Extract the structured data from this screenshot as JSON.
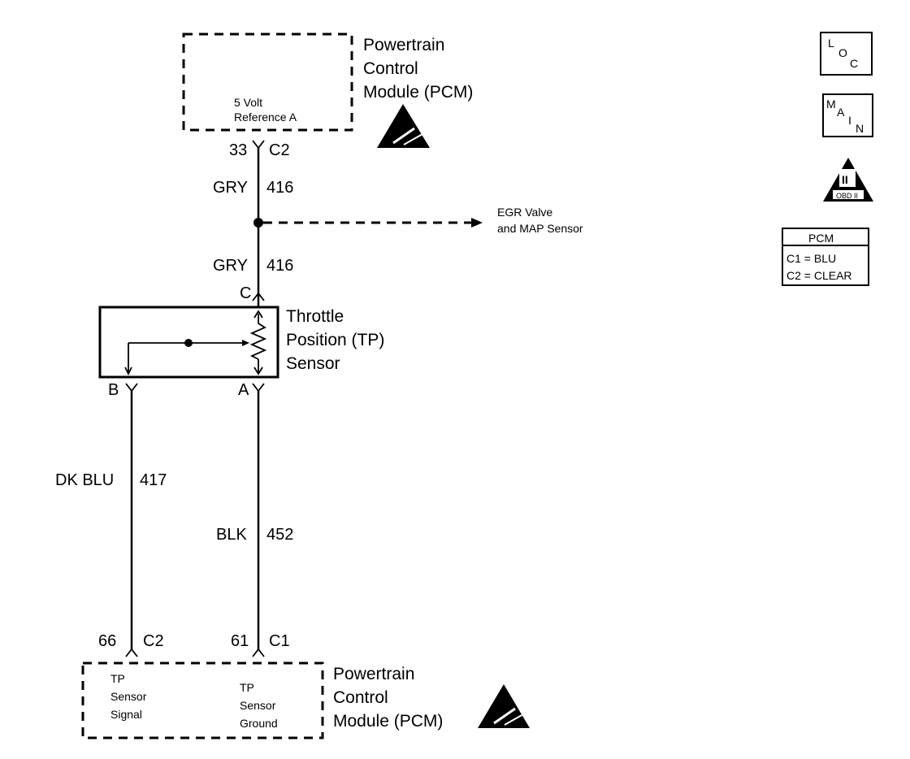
{
  "pcm_top": {
    "title_lines": [
      "Powertrain",
      "Control",
      "Module (PCM)"
    ],
    "inner_lines": [
      "5 Volt",
      "Reference A"
    ],
    "pin": "33",
    "connector": "C2"
  },
  "wires": {
    "upper": {
      "color": "GRY",
      "circuit": "416"
    },
    "lower": {
      "color": "GRY",
      "circuit": "416"
    },
    "signal": {
      "color": "DK BLU",
      "circuit": "417"
    },
    "ground": {
      "color": "BLK",
      "circuit": "452"
    }
  },
  "splice": {
    "dest_lines": [
      "EGR Valve",
      "and MAP Sensor"
    ]
  },
  "tp_sensor": {
    "title_lines": [
      "Throttle",
      "Position (TP)",
      "Sensor"
    ],
    "pin_c": "C",
    "pin_b": "B",
    "pin_a": "A"
  },
  "pcm_bottom": {
    "title_lines": [
      "Powertrain",
      "Control",
      "Module (PCM)"
    ],
    "signal_lines": [
      "TP",
      "Sensor",
      "Signal"
    ],
    "ground_lines": [
      "TP",
      "Sensor",
      "Ground"
    ],
    "signal_pin": "66",
    "signal_connector": "C2",
    "ground_pin": "61",
    "ground_connector": "C1"
  },
  "legend": {
    "loc": {
      "l": "L",
      "o": "O",
      "c": "C"
    },
    "main": {
      "m": "M",
      "a": "A",
      "i": "I",
      "n": "N"
    },
    "obd": {
      "numeral": "II",
      "label": "OBD II"
    },
    "pcm_table": {
      "header": "PCM",
      "rows": [
        "C1 = BLU",
        "C2 = CLEAR"
      ]
    }
  }
}
